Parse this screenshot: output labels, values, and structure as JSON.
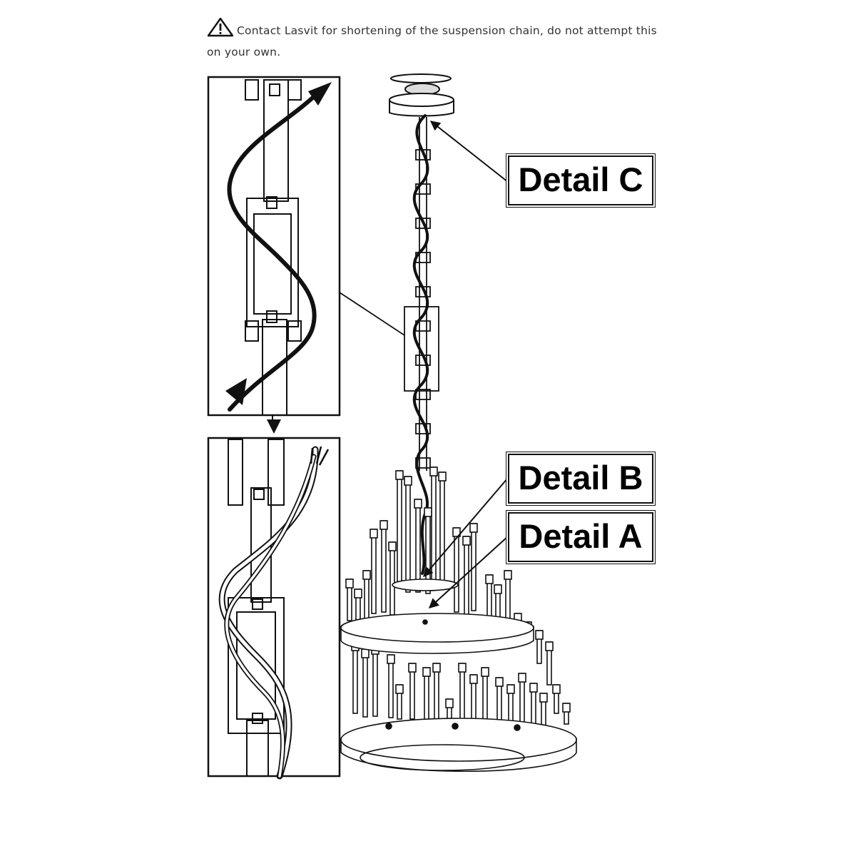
{
  "warning": {
    "icon": "warning-triangle-icon",
    "text": "Contact Lasvit for shortening of the suspension chain, do not attempt this on your own."
  },
  "callouts": {
    "detail_c": "Detail C",
    "detail_b": "Detail B",
    "detail_a": "Detail A"
  }
}
